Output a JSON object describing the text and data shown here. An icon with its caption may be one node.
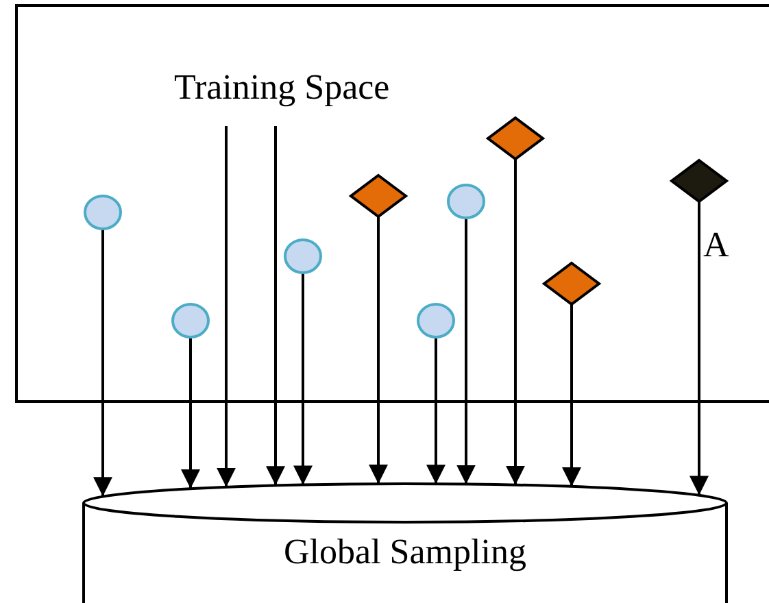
{
  "diagram": {
    "nodes": [
      {
        "text": [
          "Training Space"
        ]
      },
      {
        "text": [],
        "shape": "circle",
        "in": 0
      },
      {
        "text": [],
        "shape": "circle",
        "in": 0
      },
      {
        "text": [],
        "shape": "circle",
        "in": 0
      },
      {
        "text": [],
        "shape": "diamond",
        "in": 0
      },
      {
        "text": [],
        "shape": "circle",
        "in": 0
      },
      {
        "text": [],
        "shape": "circle",
        "in": 0
      },
      {
        "text": [],
        "shape": "diamond",
        "in": 0
      },
      {
        "text": [],
        "shape": "diamond",
        "in": 0
      },
      {
        "text": [],
        "shape": "diamond",
        "in": 0,
        "beside": [
          "A"
        ]
      },
      {
        "text": [
          "Global Sampling"
        ]
      }
    ],
    "edges": [
      {
        "from": 1,
        "to": 10,
        "arrow": "to"
      },
      {
        "from": 2,
        "to": 10,
        "arrow": "to"
      },
      {
        "from": null,
        "to": 10,
        "arrow": "to"
      },
      {
        "from": null,
        "to": 10,
        "arrow": "to"
      },
      {
        "from": 3,
        "to": 10,
        "arrow": "to"
      },
      {
        "from": 4,
        "to": 10,
        "arrow": "to"
      },
      {
        "from": 5,
        "to": 10,
        "arrow": "to"
      },
      {
        "from": 6,
        "to": 10,
        "arrow": "to"
      },
      {
        "from": 7,
        "to": 10,
        "arrow": "to"
      },
      {
        "from": 8,
        "to": 10,
        "arrow": "to"
      },
      {
        "from": 9,
        "to": 10,
        "arrow": "to"
      }
    ]
  }
}
